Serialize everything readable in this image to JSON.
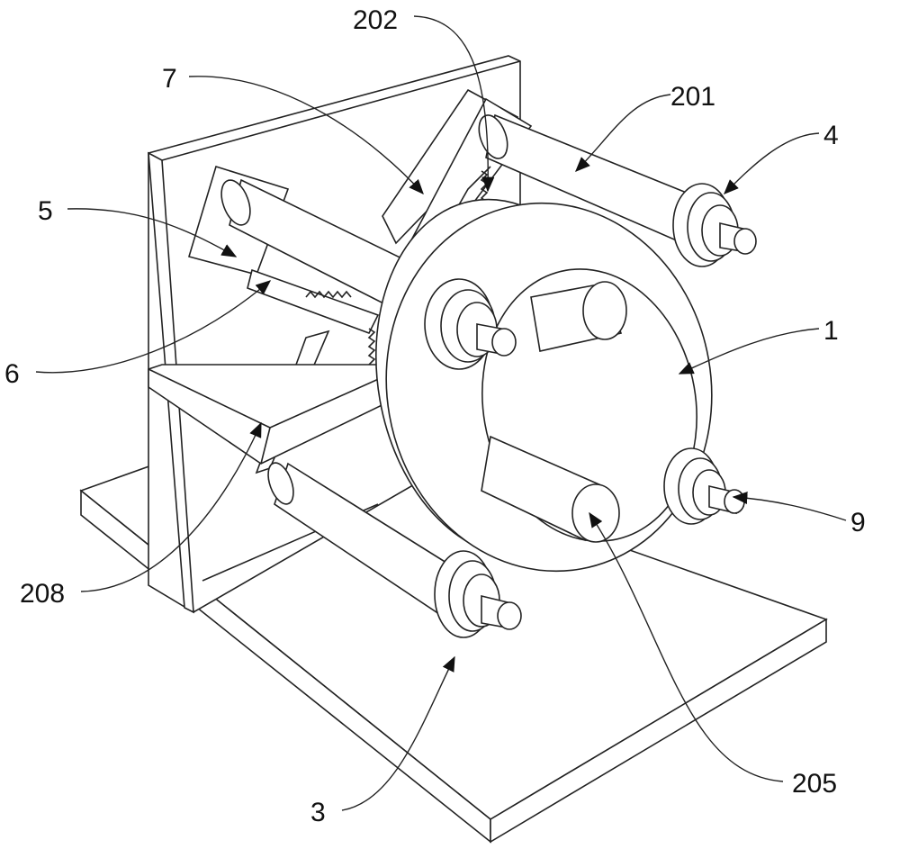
{
  "figure": {
    "labels": {
      "l202": "202",
      "l7": "7",
      "l201": "201",
      "l4": "4",
      "l5": "5",
      "l6": "6",
      "l1": "1",
      "l9": "9",
      "l208": "208",
      "l205": "205",
      "l3": "3"
    }
  }
}
